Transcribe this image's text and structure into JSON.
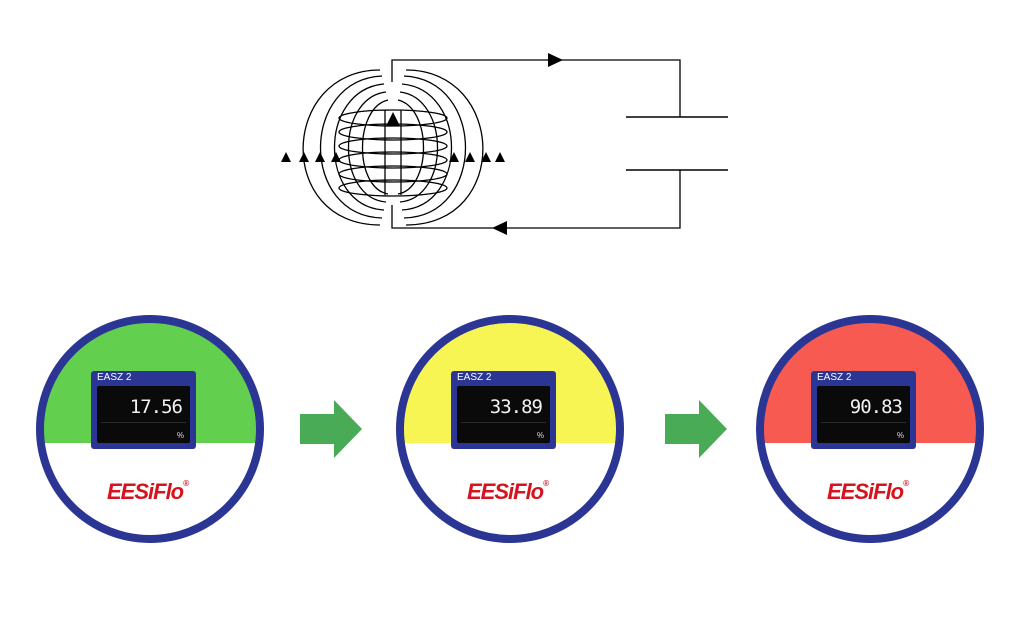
{
  "colors": {
    "ring": "#2b3593",
    "arrow": "#49ab55",
    "logo": "#d4141e",
    "line": "#000000"
  },
  "gauges": [
    {
      "model": "EASZ 2",
      "value": "17.56",
      "unit": "%",
      "fill_color": "#62d04e",
      "logo": "EESiFlo",
      "mark": "®"
    },
    {
      "model": "EASZ 2",
      "value": "33.89",
      "unit": "%",
      "fill_color": "#f7f554",
      "logo": "EESiFlo",
      "mark": "®"
    },
    {
      "model": "EASZ 2",
      "value": "90.83",
      "unit": "%",
      "fill_color": "#f65a51",
      "logo": "EESiFlo",
      "mark": "®"
    }
  ],
  "icons": {
    "flow_arrow": "right-arrow-icon"
  }
}
